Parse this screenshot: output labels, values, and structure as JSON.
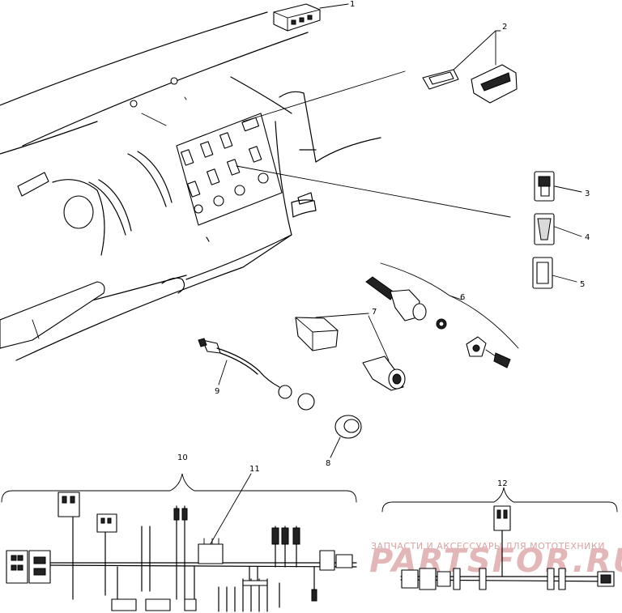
{
  "callouts": [
    "1",
    "2",
    "3",
    "4",
    "5",
    "6",
    "7",
    "8",
    "9",
    "10",
    "11",
    "12"
  ],
  "watermark": {
    "tagline": "ЗАПЧАСТИ И АКСЕССУАРЫ ДЛЯ МОТОТЕХНИКИ",
    "logo": "PARTSFOR.RU"
  }
}
